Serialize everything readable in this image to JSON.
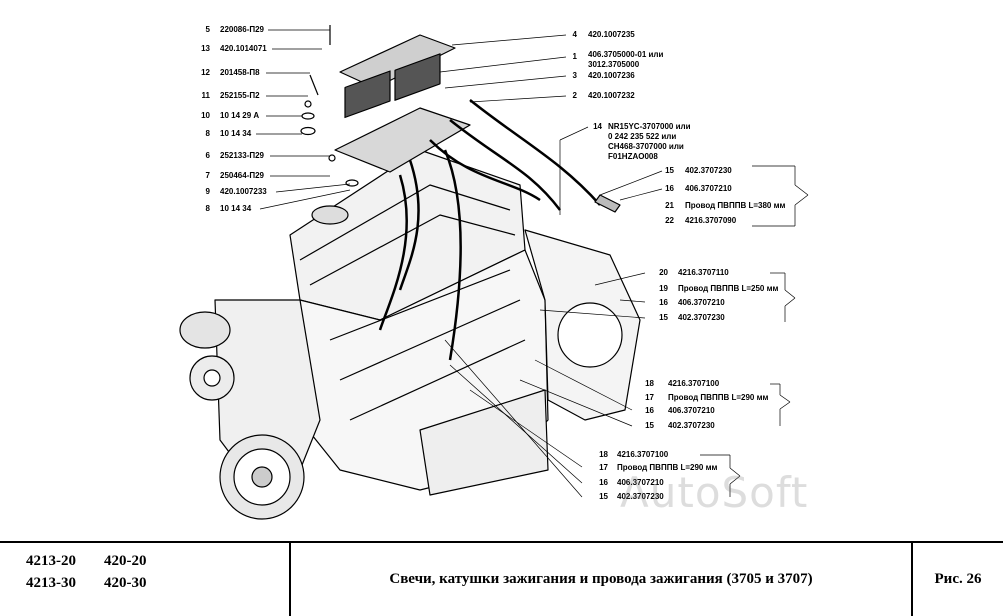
{
  "callouts_left": [
    {
      "num": "5",
      "part": "220086-П29"
    },
    {
      "num": "13",
      "part": "420.1014071"
    },
    {
      "num": "12",
      "part": "201458-П8"
    },
    {
      "num": "11",
      "part": "252155-П2"
    },
    {
      "num": "10",
      "part": "10 14 29 А"
    },
    {
      "num": "8",
      "part": "10 14 34"
    },
    {
      "num": "6",
      "part": "252133-П29"
    },
    {
      "num": "7",
      "part": "250464-П29"
    },
    {
      "num": "9",
      "part": "420.1007233"
    },
    {
      "num": "8",
      "part": "10 14 34"
    }
  ],
  "callouts_top_right": [
    {
      "num": "4",
      "lines": [
        "420.1007235"
      ]
    },
    {
      "num": "1",
      "lines": [
        "406.3705000-01 или",
        "3012.3705000"
      ]
    },
    {
      "num": "3",
      "lines": [
        "420.1007236"
      ]
    },
    {
      "num": "2",
      "lines": [
        "420.1007232"
      ]
    },
    {
      "num": "14",
      "lines": [
        "NR15YC-3707000 или",
        "0 242 235 522 или",
        "CH468-3707000 или",
        "F01HZAO008"
      ]
    }
  ],
  "wire_groups": [
    {
      "items": [
        {
          "num": "15",
          "text": "402.3707230"
        },
        {
          "num": "16",
          "text": "406.3707210"
        },
        {
          "num": "21",
          "text": "Провод ПВППВ L=380 мм"
        },
        {
          "num": "22",
          "text": "4216.3707090"
        }
      ]
    },
    {
      "items": [
        {
          "num": "20",
          "text": "4216.3707110"
        },
        {
          "num": "19",
          "text": "Провод ПВППВ L=250 мм"
        },
        {
          "num": "16",
          "text": "406.3707210"
        },
        {
          "num": "15",
          "text": "402.3707230"
        }
      ]
    },
    {
      "items": [
        {
          "num": "18",
          "text": "4216.3707100"
        },
        {
          "num": "17",
          "text": "Провод ПВППВ L=290 мм"
        },
        {
          "num": "16",
          "text": "406.3707210"
        },
        {
          "num": "15",
          "text": "402.3707230"
        }
      ]
    },
    {
      "items": [
        {
          "num": "18",
          "text": "4216.3707100"
        },
        {
          "num": "17",
          "text": "Провод ПВППВ L=290 мм"
        },
        {
          "num": "16",
          "text": "406.3707210"
        },
        {
          "num": "15",
          "text": "402.3707230"
        }
      ]
    }
  ],
  "watermark": "AutoSoft",
  "title_block": {
    "models": [
      [
        "4213-20",
        "420-20"
      ],
      [
        "4213-30",
        "420-30"
      ]
    ],
    "caption": "Свечи, катушки зажигания и провода зажигания (3705 и 3707)",
    "figure": "Рис. 26"
  }
}
